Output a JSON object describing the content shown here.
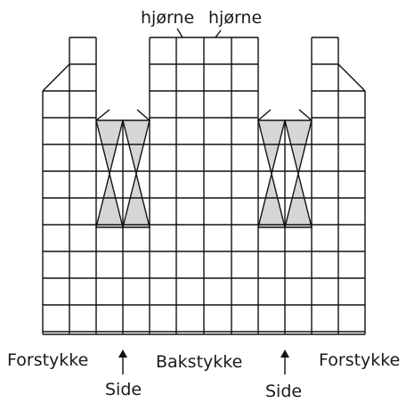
{
  "labels": {
    "corner_left": "hjørne",
    "corner_right": "hjørne",
    "front_left": "Forstykke",
    "back": "Bakstykke",
    "front_right": "Forstykke",
    "side_left": "Side",
    "side_right": "Side"
  },
  "colors": {
    "line": "#111111",
    "gusset_fill": "#d6d6d6",
    "text": "#1a1a1a"
  },
  "arrow_icon": "arrow-up-icon"
}
